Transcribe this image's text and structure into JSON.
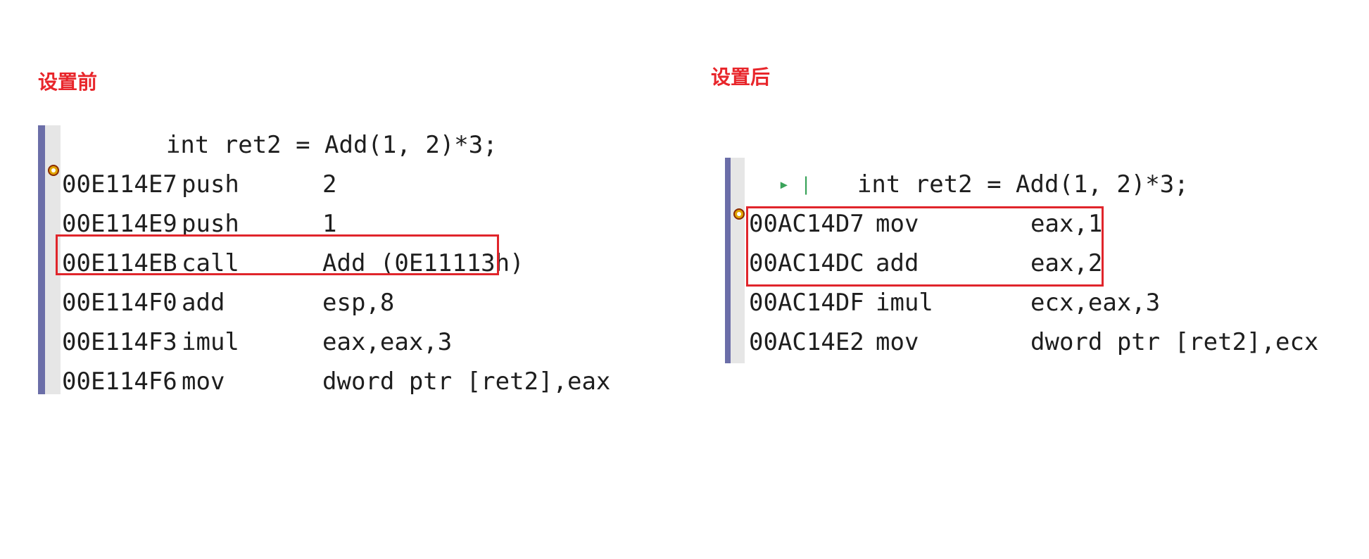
{
  "before": {
    "title": "设置前",
    "source_line": "int ret2 = Add(1, 2)*3;",
    "rows": [
      {
        "addr": "00E114E7",
        "op": "push",
        "arg": "2"
      },
      {
        "addr": "00E114E9",
        "op": "push",
        "arg": "1"
      },
      {
        "addr": "00E114EB",
        "op": "call",
        "arg": "Add (0E11113h)"
      },
      {
        "addr": "00E114F0",
        "op": "add",
        "arg": "esp,8"
      },
      {
        "addr": "00E114F3",
        "op": "imul",
        "arg": "eax,eax,3"
      },
      {
        "addr": "00E114F6",
        "op": "mov",
        "arg": "dword ptr [ret2],eax"
      }
    ],
    "breakpoint_icon": "breakpoint-arrow-icon"
  },
  "after": {
    "title": "设置后",
    "source_line": "int ret2 = Add(1, 2)*3;",
    "rows": [
      {
        "addr": "00AC14D7",
        "op": "mov",
        "arg": "eax,1"
      },
      {
        "addr": "00AC14DC",
        "op": "add",
        "arg": "eax,2"
      },
      {
        "addr": "00AC14DF",
        "op": "imul",
        "arg": "ecx,eax,3"
      },
      {
        "addr": "00AC14E2",
        "op": "mov",
        "arg": "dword ptr [ret2],ecx"
      }
    ],
    "breakpoint_icon": "breakpoint-arrow-icon",
    "step_icon": "step-marker-icon"
  },
  "colors": {
    "highlight": "#e0252b",
    "title": "#e8262b",
    "gutter": "#6b6ea8"
  }
}
